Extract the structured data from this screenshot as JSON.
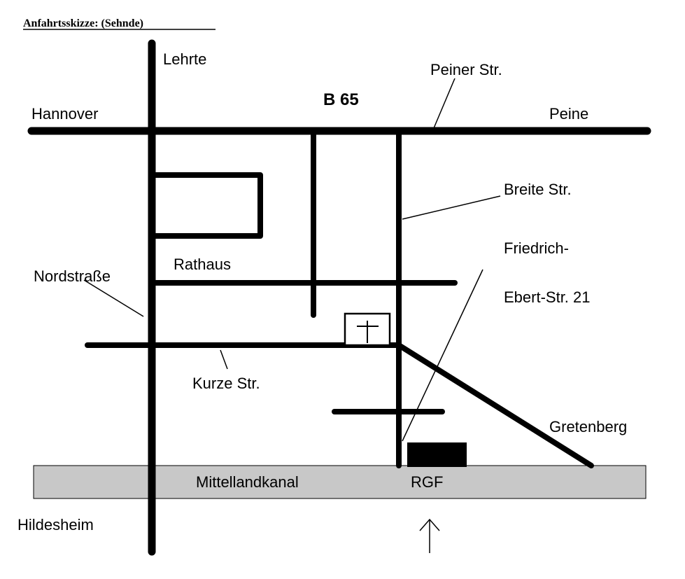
{
  "title": "Anfahrtsskizze: (Sehnde)",
  "labels": {
    "lehrte": "Lehrte",
    "hannover": "Hannover",
    "b65": "B 65",
    "peiner_str": "Peiner Str.",
    "peine": "Peine",
    "breite_str": "Breite Str.",
    "friedrich_1": "Friedrich-",
    "friedrich_2": "Ebert-Str. 21",
    "rathaus": "Rathaus",
    "nordstrasse": "Nordstraße",
    "kurze_str": "Kurze Str.",
    "gretenberg": "Gretenberg",
    "mittellandkanal": "Mittellandkanal",
    "rgf": "RGF",
    "hildesheim": "Hildesheim"
  },
  "colors": {
    "road": "#000000",
    "canal": "#c8c8c8"
  }
}
